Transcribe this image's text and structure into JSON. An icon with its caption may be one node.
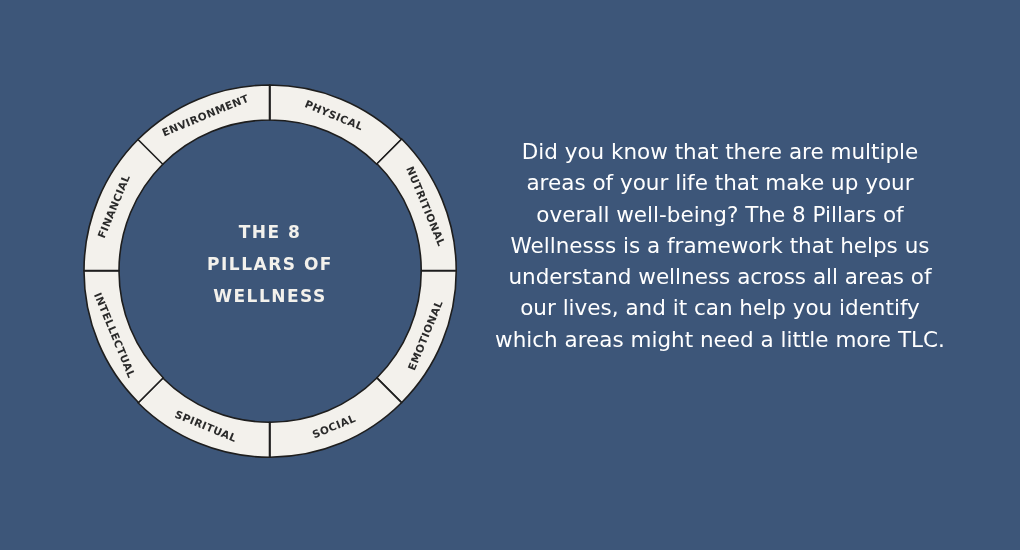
{
  "diagram": {
    "title": "THE 8 PILLARS OF WELLNESS",
    "nodes": [
      {
        "text": [
          "PHYSICAL"
        ]
      },
      {
        "text": [
          "NUTRITIONAL"
        ]
      },
      {
        "text": [
          "EMOTIONAL"
        ]
      },
      {
        "text": [
          "SOCIAL"
        ]
      },
      {
        "text": [
          "SPIRITUAL"
        ]
      },
      {
        "text": [
          "INTELLECTUAL"
        ]
      },
      {
        "text": [
          "FINANCIAL"
        ]
      },
      {
        "text": [
          "ENVIRONMENT"
        ]
      }
    ],
    "labels": [
      "Did you know that there are multiple areas of your life that make up your overall well-being? The 8 Pillars of Wellnesss is a framework that helps us understand wellness across all areas of our lives, and it can help you identify which areas might need a little more TLC."
    ]
  }
}
